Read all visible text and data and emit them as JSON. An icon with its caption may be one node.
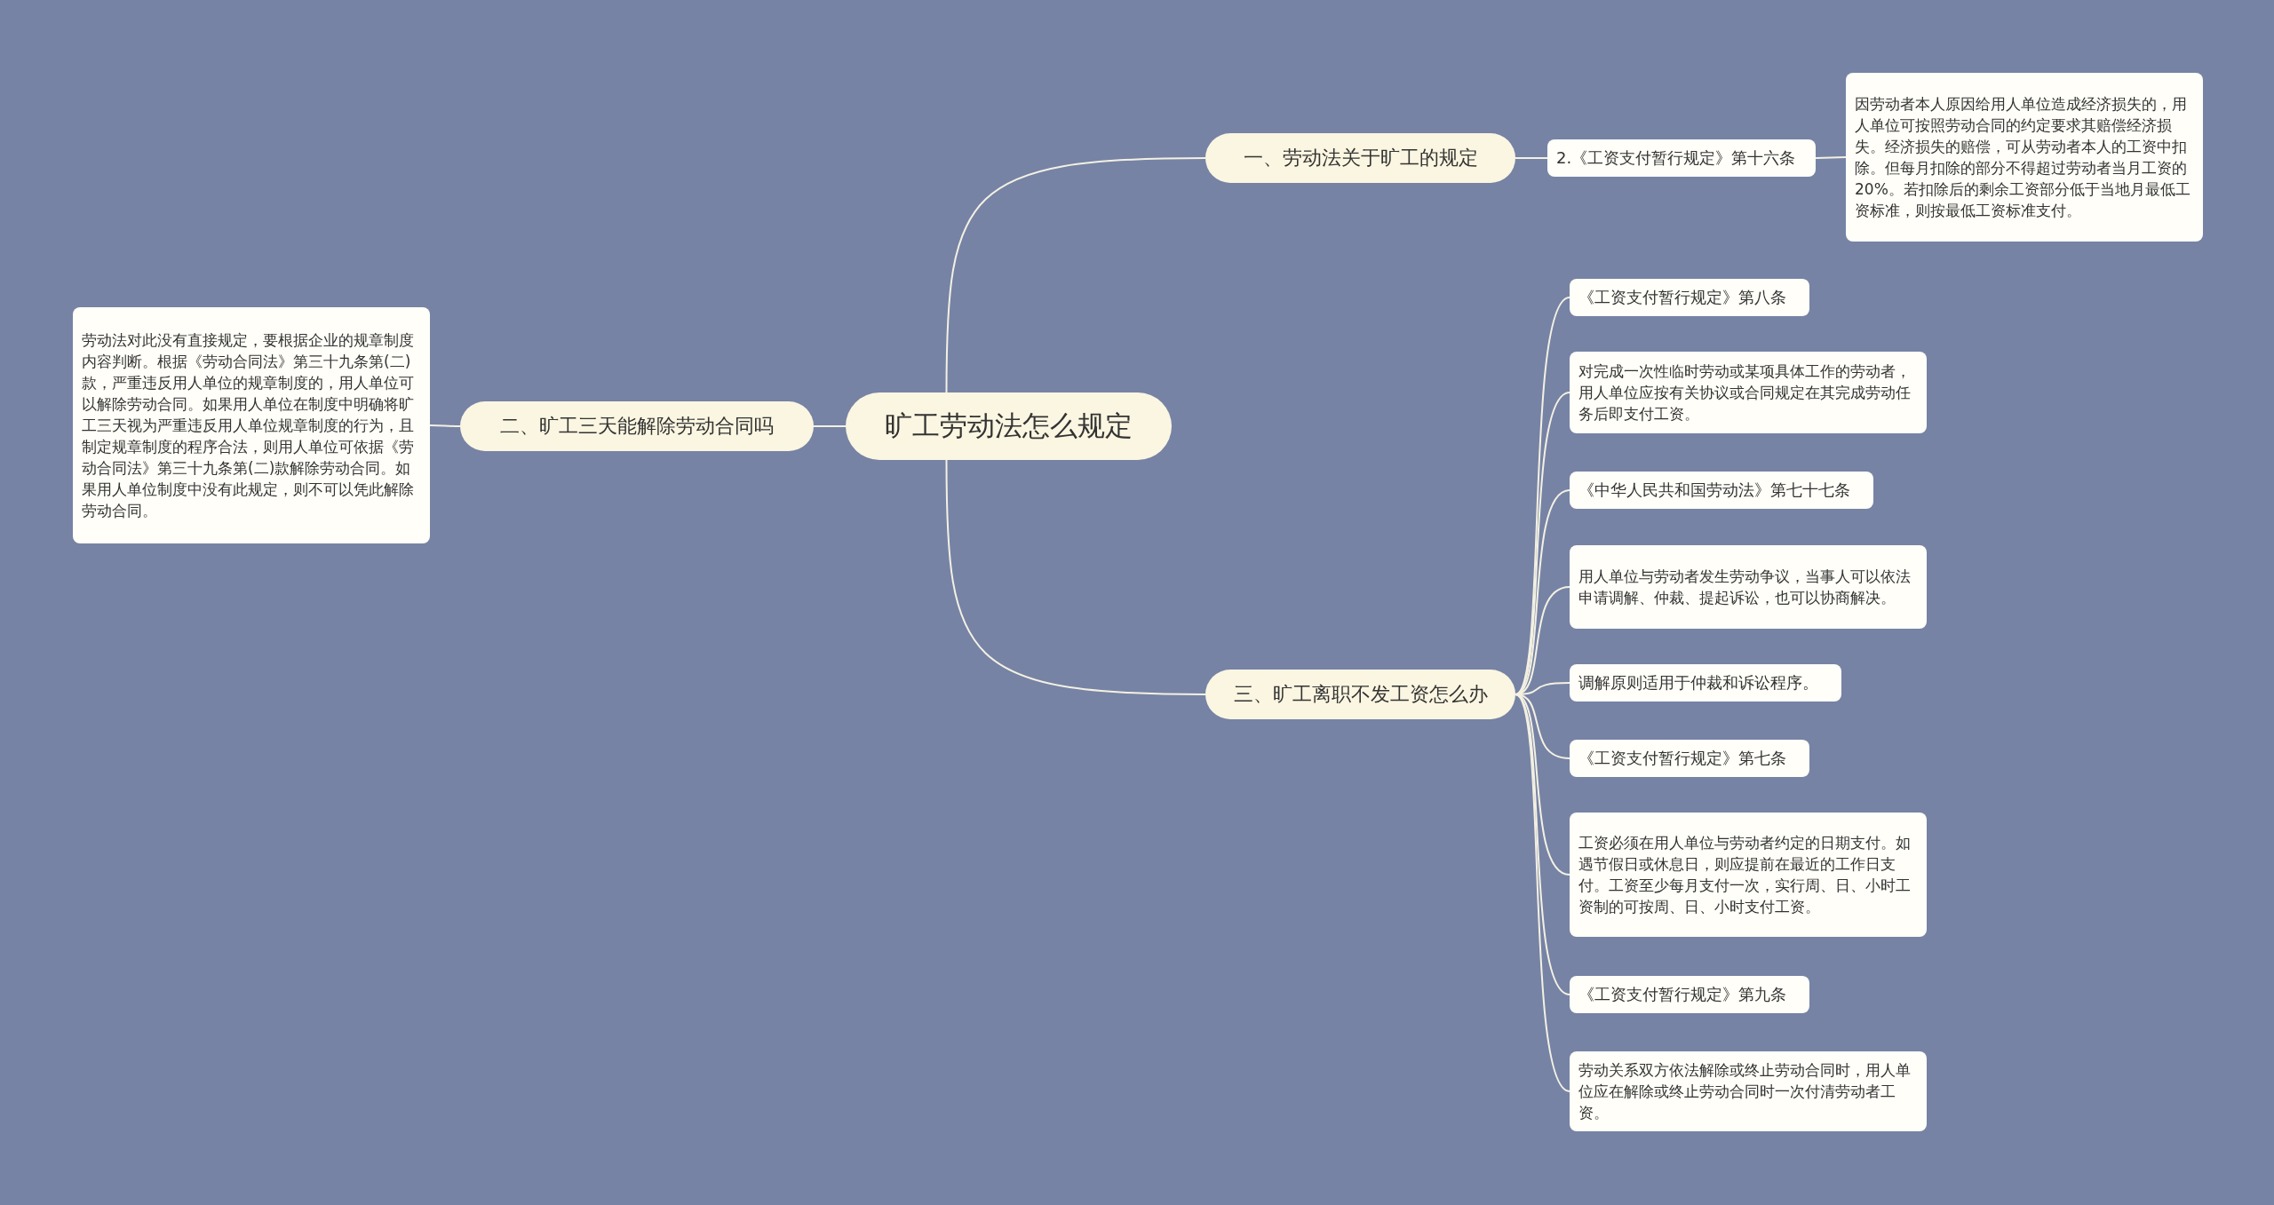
{
  "diagram": {
    "nodes": [
      {
        "text": [
          "旷工劳动法怎么规定"
        ]
      },
      {
        "text": [
          "一、劳动法关于旷工的规定"
        ]
      },
      {
        "text": [
          "2.《工资支付暂行规定》第十六条"
        ]
      },
      {
        "text": [
          "因劳动者本人原因给用人单位造成经济损失的，用人单位可按照劳动合同的约定要求其赔偿经济损失。经济损失的赔偿，可从劳动者本人的工资中扣除。但每月扣除的部分不得超过劳动者当月工资的20%。若扣除后的剩余工资部分低于当地月最低工资标准，则按最低工资标准支付。"
        ]
      },
      {
        "text": [
          "二、旷工三天能解除劳动合同吗"
        ]
      },
      {
        "text": [
          "劳动法对此没有直接规定，要根据企业的规章制度内容判断。根据《劳动合同法》第三十九条第(二)款，严重违反用人单位的规章制度的，用人单位可以解除劳动合同。如果用人单位在制度中明确将旷工三天视为严重违反用人单位规章制度的行为，且制定规章制度的程序合法，则用人单位可依据《劳动合同法》第三十九条第(二)款解除劳动合同。如果用人单位制度中没有此规定，则不可以凭此解除劳动合同。"
        ]
      },
      {
        "text": [
          "三、旷工离职不发工资怎么办"
        ]
      },
      {
        "text": [
          "《工资支付暂行规定》第八条"
        ]
      },
      {
        "text": [
          "对完成一次性临时劳动或某项具体工作的劳动者，用人单位应按有关协议或合同规定在其完成劳动任务后即支付工资。"
        ]
      },
      {
        "text": [
          "《中华人民共和国劳动法》第七十七条"
        ]
      },
      {
        "text": [
          "用人单位与劳动者发生劳动争议，当事人可以依法申请调解、仲裁、提起诉讼，也可以协商解决。"
        ]
      },
      {
        "text": [
          "调解原则适用于仲裁和诉讼程序。"
        ]
      },
      {
        "text": [
          "《工资支付暂行规定》第七条"
        ]
      },
      {
        "text": [
          "工资必须在用人单位与劳动者约定的日期支付。如遇节假日或休息日，则应提前在最近的工作日支付。工资至少每月支付一次，实行周、日、小时工资制的可按周、日、小时支付工资。"
        ]
      },
      {
        "text": [
          "《工资支付暂行规定》第九条"
        ]
      },
      {
        "text": [
          "劳动关系双方依法解除或终止劳动合同时，用人单位应在解除或终止劳动合同时一次付清劳动者工资。"
        ]
      }
    ],
    "edges": [
      {
        "from": 0,
        "to": 1,
        "arrow": "none"
      },
      {
        "from": 1,
        "to": 2,
        "arrow": "none"
      },
      {
        "from": 2,
        "to": 3,
        "arrow": "none"
      },
      {
        "from": 0,
        "to": 4,
        "arrow": "none"
      },
      {
        "from": 4,
        "to": 5,
        "arrow": "none"
      },
      {
        "from": 0,
        "to": 6,
        "arrow": "none"
      },
      {
        "from": 6,
        "to": 7,
        "arrow": "none"
      },
      {
        "from": 6,
        "to": 8,
        "arrow": "none"
      },
      {
        "from": 6,
        "to": 9,
        "arrow": "none"
      },
      {
        "from": 6,
        "to": 10,
        "arrow": "none"
      },
      {
        "from": 6,
        "to": 11,
        "arrow": "none"
      },
      {
        "from": 6,
        "to": 12,
        "arrow": "none"
      },
      {
        "from": 6,
        "to": 13,
        "arrow": "none"
      },
      {
        "from": 6,
        "to": 14,
        "arrow": "none"
      },
      {
        "from": 6,
        "to": 15,
        "arrow": "none"
      }
    ]
  }
}
